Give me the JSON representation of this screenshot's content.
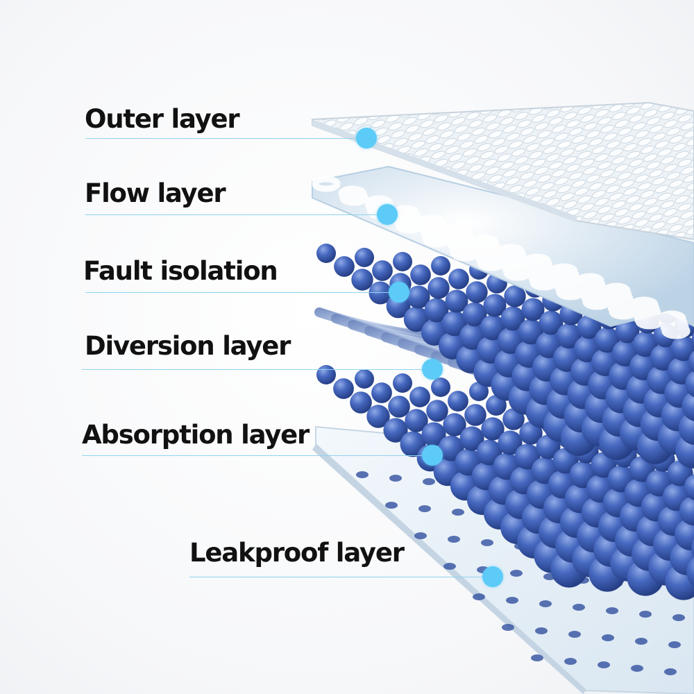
{
  "diagram": {
    "layers": [
      {
        "id": "outer",
        "label": "Outer layer"
      },
      {
        "id": "flow",
        "label": "Flow layer"
      },
      {
        "id": "fault",
        "label": "Fault isolation"
      },
      {
        "id": "diversion",
        "label": "Diversion layer"
      },
      {
        "id": "absorption",
        "label": "Absorption layer"
      },
      {
        "id": "leakproof",
        "label": "Leakproof layer"
      }
    ],
    "colors": {
      "callout_dot": "#5ccbf7",
      "callout_line": "#8fd3f0",
      "bead_blue": "#3f63b8",
      "mesh_light": "#e8f1f8"
    }
  }
}
